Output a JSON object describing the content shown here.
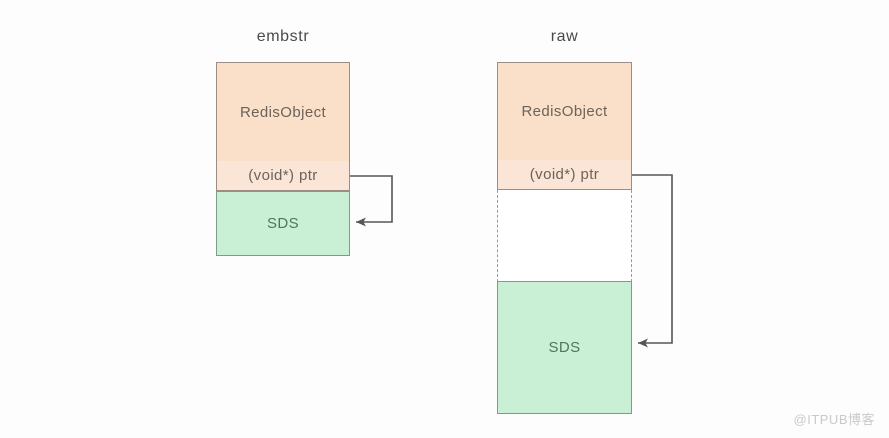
{
  "diagram": {
    "type": "redis-string-encoding-memory-layout",
    "panels": [
      {
        "id": "embstr",
        "title": "embstr",
        "blocks": [
          {
            "name": "redis-object",
            "label": "RedisObject",
            "fill": "#fae0c8",
            "stroke": "#9b8d84"
          },
          {
            "name": "pointer-field",
            "label": "(void*) ptr",
            "fill": "#fbe5d6",
            "stroke": "#9b8d84"
          },
          {
            "name": "sds-block",
            "label": "SDS",
            "fill": "#c9f0d4",
            "stroke": "#7f9c86"
          }
        ],
        "arrow": {
          "name": "ptr-to-sds-arrow",
          "from": "pointer-field",
          "to": "sds-block"
        }
      },
      {
        "id": "raw",
        "title": "raw",
        "blocks": [
          {
            "name": "redis-object",
            "label": "RedisObject",
            "fill": "#fae0c8",
            "stroke": "#9b8d84"
          },
          {
            "name": "pointer-field",
            "label": "(void*) ptr",
            "fill": "#fbe5d6",
            "stroke": "#9b8d84"
          },
          {
            "name": "memory-gap",
            "label": "",
            "fill": "#ffffff",
            "stroke": "#9a9a9a"
          },
          {
            "name": "sds-block",
            "label": "SDS",
            "fill": "#c9f0d4",
            "stroke": "#7f9c86"
          }
        ],
        "arrow": {
          "name": "ptr-to-sds-arrow",
          "from": "pointer-field",
          "to": "sds-block"
        }
      }
    ]
  },
  "colors": {
    "object_fill": "#fae0c8",
    "pointer_fill": "#fbe5d6",
    "sds_fill": "#c9f0d4",
    "object_stroke": "#9b8d84",
    "sds_stroke": "#7f9c86",
    "gap_stroke": "#9a9a9a",
    "arrow_stroke": "#565656",
    "title_text": "#4a4a4a",
    "background": "#fdfdfd",
    "watermark": "#c9c9c9"
  },
  "watermark": {
    "text": "@ITPUB博客"
  }
}
